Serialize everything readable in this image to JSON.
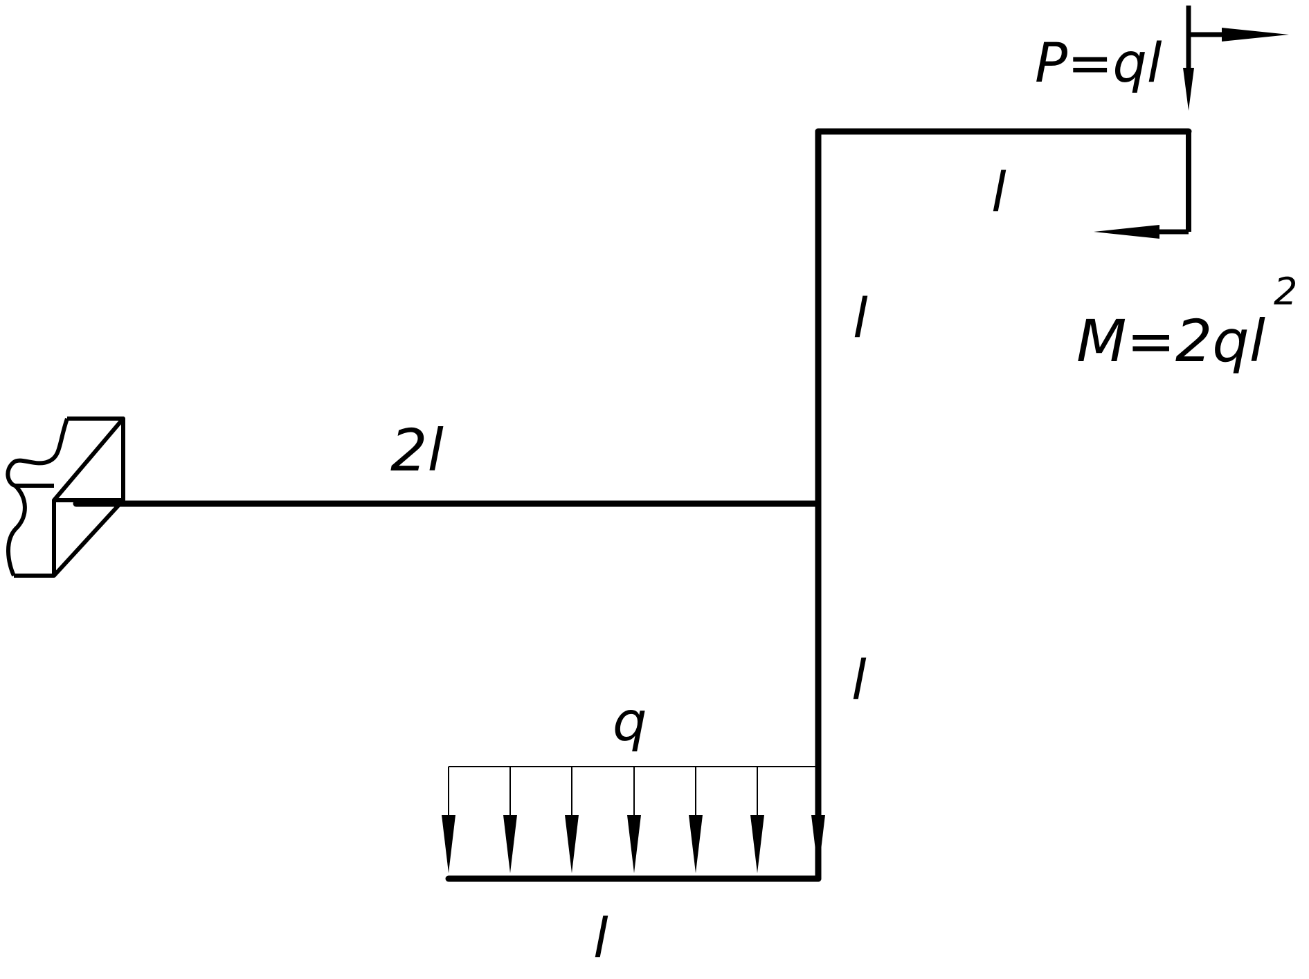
{
  "diagram": {
    "load_P": {
      "label": "P=ql"
    },
    "load_M": {
      "label": "M=2ql",
      "exponent": "2"
    },
    "load_q": {
      "label": "q"
    },
    "dimensions": {
      "top_horizontal": "l",
      "upper_vertical": "l",
      "left_horizontal": "2l",
      "lower_vertical": "l",
      "bottom_horizontal": "l"
    }
  }
}
